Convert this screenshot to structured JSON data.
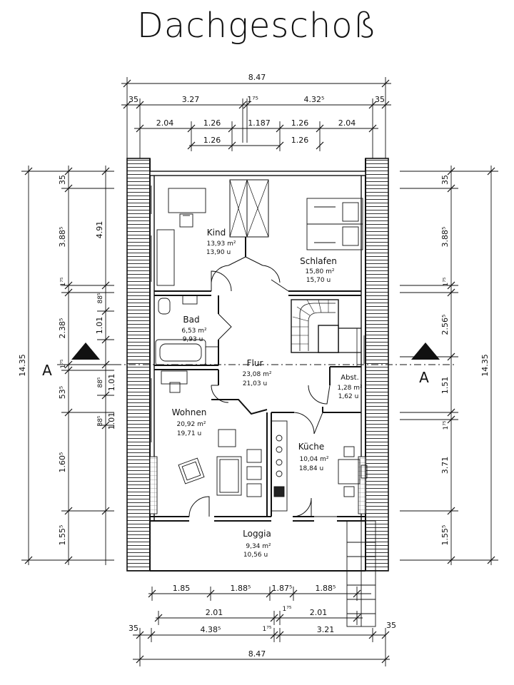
{
  "title": "Dachgeschoß",
  "rooms": [
    {
      "name": "Kind",
      "area": "13,93 m²",
      "u": "13,90 u"
    },
    {
      "name": "Schlafen",
      "area": "15,80 m²",
      "u": "15,70 u"
    },
    {
      "name": "Bad",
      "area": "6,53 m²",
      "u": "9,93 u"
    },
    {
      "name": "Flur",
      "area": "23,08 m²",
      "u": "21,03 u"
    },
    {
      "name": "Abst.",
      "area": "1,28 m²",
      "u": "1,62 u"
    },
    {
      "name": "Wohnen",
      "area": "20,92 m²",
      "u": "19,71 u"
    },
    {
      "name": "Küche",
      "area": "10,04 m²",
      "u": "18,84 u"
    },
    {
      "name": "Loggia",
      "area": "9,34 m²",
      "u": "10,56 u"
    }
  ],
  "section_markers": [
    "A",
    "A"
  ],
  "dimensions": {
    "top": {
      "overall": "8.47",
      "row2": [
        "35",
        "3.27",
        "1⁷⁵",
        "4.32⁵",
        "35"
      ],
      "row3": [
        "2.04",
        "1.26",
        "1.187",
        "1.26",
        "2.04"
      ],
      "row4": [
        "1.26",
        "1.26"
      ]
    },
    "bottom": {
      "row1": [
        "1.85",
        "1.88⁵",
        "1.87⁵",
        "1.88⁵"
      ],
      "row2": [
        "2.01",
        "1⁷⁵",
        "2.01"
      ],
      "row3": [
        "35",
        "4.38⁵",
        "1⁷⁵",
        "3.21",
        "35"
      ],
      "overall": "8.47"
    },
    "left": {
      "overall": "14.35",
      "outer": [
        "35",
        "3.88⁵",
        "1⁷⁵",
        "2.38⁵",
        "1⁷⁵",
        "53⁵",
        "1.60⁵",
        "1.55⁵"
      ],
      "inner": [
        "4.91",
        "88⁵",
        "1.01",
        "88⁵",
        "1.01",
        "88⁵",
        "1.01"
      ]
    },
    "right": {
      "overall": "14.35",
      "inner": [
        "35",
        "3.88⁵",
        "1⁷⁵",
        "2.56⁵",
        "1.51",
        "1⁷⁵",
        "3.71",
        "1.55⁵"
      ]
    }
  }
}
